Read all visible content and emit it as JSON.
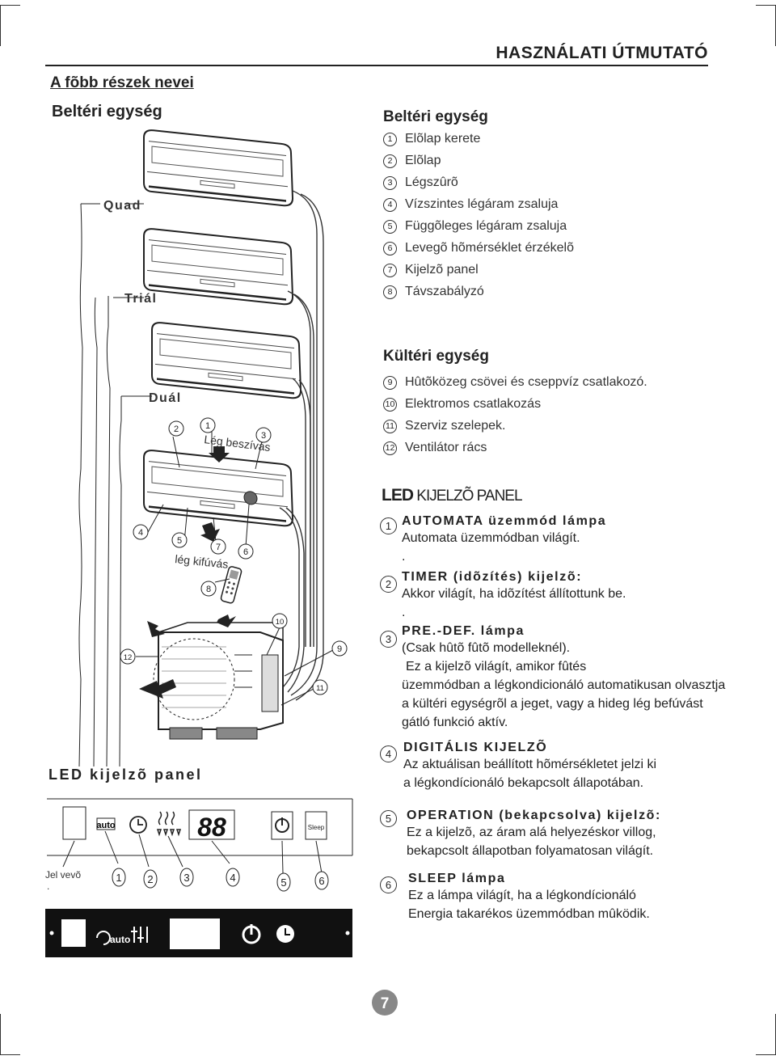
{
  "header": {
    "title": "HASZNÁLATI ÚTMUTATÓ"
  },
  "left": {
    "heading": "A fõbb részek nevei",
    "subheading": "Beltéri egység",
    "labels": {
      "quad": "Quad",
      "trial": "Triál",
      "dual": "Duál"
    },
    "diagram": {
      "air_in": "Lég beszívás",
      "air_out": "lég kifúvás",
      "callouts": [
        "1",
        "2",
        "3",
        "4",
        "5",
        "6",
        "7",
        "8",
        "9",
        "10",
        "11",
        "12"
      ]
    },
    "led_panel_title": "LED kijelzõ panel",
    "panel": {
      "auto": "auto",
      "digits": "88",
      "sleep": "Sleep",
      "receiver": "Jel vevõ",
      "receiver_dot": ".",
      "numbers": [
        "1",
        "2",
        "3",
        "4",
        "5",
        "6"
      ]
    }
  },
  "indoor": {
    "title": "Beltéri egység",
    "items": [
      {
        "n": "1",
        "t": "Elõlap kerete"
      },
      {
        "n": "2",
        "t": "Elõlap"
      },
      {
        "n": "3",
        "t": "Légszûrõ"
      },
      {
        "n": "4",
        "t": "Vízszintes légáram zsaluja"
      },
      {
        "n": "5",
        "t": "Függõleges légáram zsaluja"
      },
      {
        "n": "6",
        "t": "Levegõ hõmérséklet érzékelõ"
      },
      {
        "n": "7",
        "t": "Kijelzõ panel"
      },
      {
        "n": "8",
        "t": "Távszabályzó"
      }
    ]
  },
  "outdoor": {
    "title": "Kültéri egység",
    "items": [
      {
        "n": "9",
        "t": "Hûtõközeg csövei és cseppvíz csatlakozó."
      },
      {
        "n": "10",
        "t": "Elektromos csatlakozás"
      },
      {
        "n": "11",
        "t": "Szerviz szelepek."
      },
      {
        "n": "12",
        "t": "Ventilátor rács"
      }
    ]
  },
  "led": {
    "title_bold": "LED",
    "title_rest": " KIJELZÕ PANEL",
    "features": [
      {
        "n": "1",
        "h": "AUTOMATA üzemmód lámpa",
        "lines": [
          "Automata üzemmódban világít.",
          "."
        ]
      },
      {
        "n": "2",
        "h": "TIMER (idõzítés) kijelzõ:",
        "lines": [
          "Akkor világít, ha idõzítést állítottunk be.",
          "."
        ]
      },
      {
        "n": "3",
        "h": "PRE.-DEF. lámpa",
        "lines": [
          "(Csak hûtõ fûtõ modelleknél).",
          "Ez a kijelzõ világít, amikor fûtés",
          "üzemmódban a légkondicionáló automatikusan olvasztja",
          "a kültéri egységrõl a jeget, vagy a hideg lég befúvást",
          "gátló funkció aktív."
        ]
      },
      {
        "n": "4",
        "h": "DIGITÁLIS KIJELZÕ",
        "lines": [
          "Az aktuálisan beállított hõmérsékletet jelzi ki",
          "a légkondícionáló bekapcsolt állapotában."
        ]
      },
      {
        "n": "5",
        "h": "OPERATION (bekapcsolva) kijelzõ:",
        "lines": [
          "Ez a kijelzõ, az áram alá helyezéskor villog,",
          "bekapcsolt állapotban folyamatosan világít."
        ]
      },
      {
        "n": "6",
        "h": "SLEEP lámpa",
        "lines": [
          "Ez a lámpa világít, ha a légkondícionáló",
          "Energia takarékos üzemmódban mûködik."
        ]
      }
    ]
  },
  "footer": {
    "page": "7"
  }
}
